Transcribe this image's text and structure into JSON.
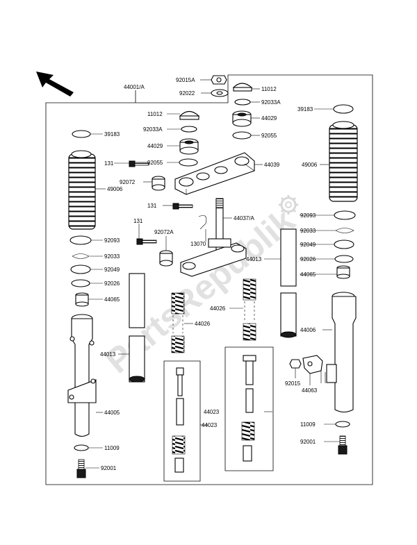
{
  "watermark": "PartsRepublik",
  "icons": {
    "direction": "arrow-up-left-icon",
    "watermark": "gear-icon"
  },
  "labels": {
    "l44001A": "44001/A",
    "l92015A": "92015A",
    "l92022": "92022",
    "l11012_r": "11012",
    "l92033A_r": "92033A",
    "l44029_r": "44029",
    "l92055_r": "92055",
    "l39183_r": "39183",
    "l11012_l": "11012",
    "l92033A_l": "92033A",
    "l44029_l": "44029",
    "l92055_l": "92055",
    "l39183_l": "39183",
    "l131_a": "131",
    "l44039": "44039",
    "l49006_r": "49006",
    "l92072": "92072",
    "l49006_l": "49006",
    "l131_b": "131",
    "l44037A": "44037/A",
    "l131_c": "131",
    "l92072A": "92072A",
    "l92093_r": "92093",
    "l92033_r": "92033",
    "l13070": "13070",
    "l92093_l": "92093",
    "l92049_r": "92049",
    "l92033_l": "92033",
    "l44013_r": "44013",
    "l92026_r": "92026",
    "l92049_l": "92049",
    "l44065_r": "44065",
    "l92026_l": "92026",
    "l44065_l": "44065",
    "l44026_a": "44026",
    "l44026_b": "44026",
    "l44006": "44006",
    "l44013_l": "44013",
    "l92015": "92015",
    "l44063": "44063",
    "l44005": "44005",
    "l44023_a": "44023",
    "l44023_b": "44023",
    "l11009_r": "11009",
    "l11009_l": "11009",
    "l92001_r": "92001",
    "l92001_l": "92001"
  }
}
